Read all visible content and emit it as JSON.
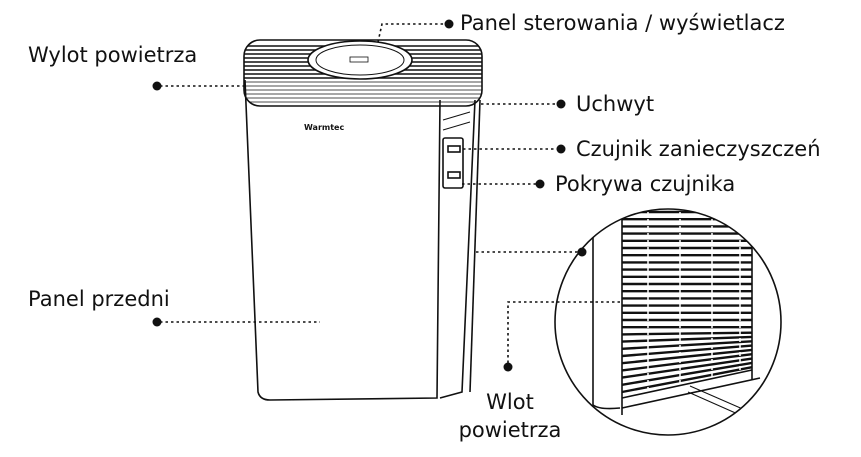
{
  "labels": {
    "control_panel": "Panel sterowania / wyświetlacz",
    "air_outlet": "Wylot powietrza",
    "handle": "Uchwyt",
    "pollution_sensor": "Czujnik zanieczyszczeń",
    "sensor_cover": "Pokrywa czujnika",
    "front_panel": "Panel przedni",
    "air_inlet_line1": "Wlot",
    "air_inlet_line2": "powietrza"
  },
  "brand": "Warmtec",
  "colors": {
    "ink": "#111111",
    "background": "#ffffff"
  }
}
